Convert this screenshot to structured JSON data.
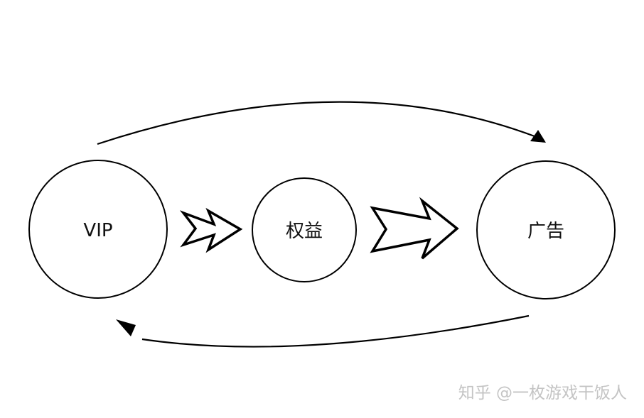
{
  "nodes": {
    "vip": {
      "label": "VIP"
    },
    "benefits": {
      "label": "权益"
    },
    "ads": {
      "label": "广告"
    }
  },
  "watermark": {
    "text": "知乎 @一枚游戏干饭人"
  },
  "colors": {
    "line": "#000000",
    "background": "#ffffff",
    "watermark": "#c4c4c4"
  }
}
